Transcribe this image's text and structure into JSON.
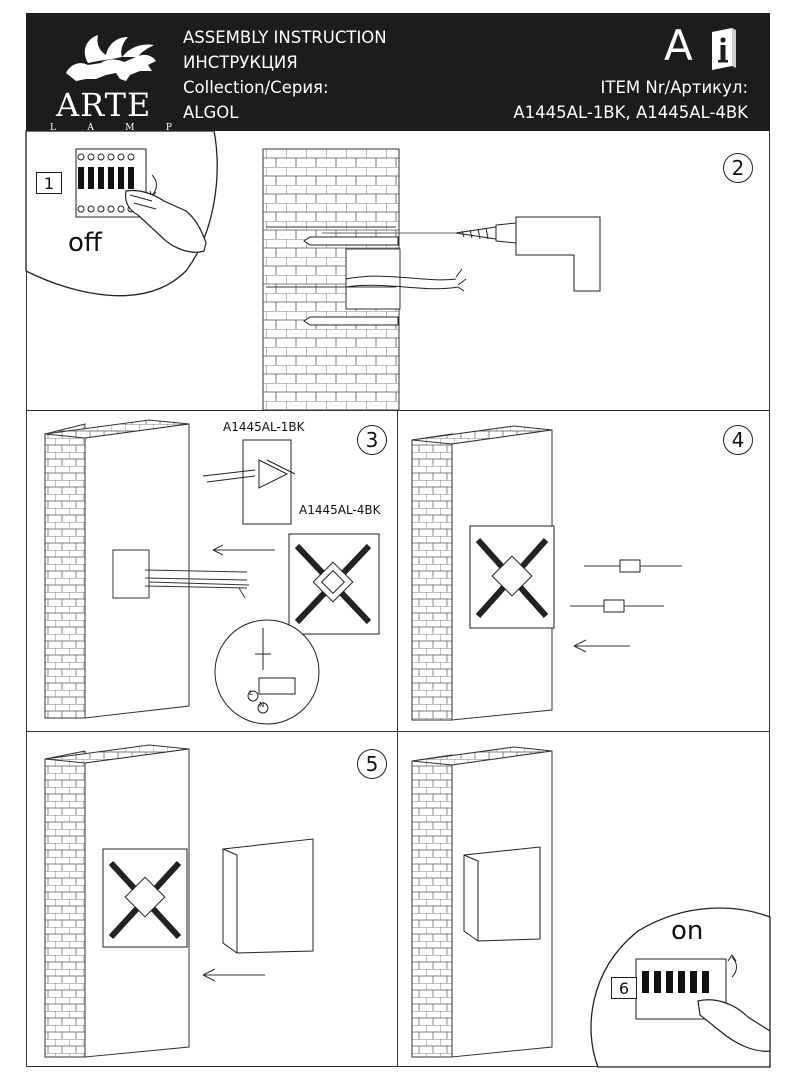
{
  "header": {
    "brand": "ARTE",
    "brand_sub": [
      "L",
      "A",
      "M",
      "P"
    ],
    "title_en": "ASSEMBLY INSTRUCTION",
    "title_ru": "ИНСТРУКЦИЯ",
    "collection_label": "Collection/Серия:",
    "collection_value": "ALGOL",
    "language_letter": "A",
    "item_label": "ITEM Nr/Артикул:",
    "item_value": "A1445AL-1BK, A1445AL-4BK",
    "info_icon": "info-book-icon"
  },
  "steps": {
    "step1": {
      "box_number": "1",
      "label": "off"
    },
    "step2": {
      "number": "2"
    },
    "step3": {
      "number": "3",
      "model_a": "A1445AL-1BK",
      "model_b": "A1445AL-4BK",
      "terminal_l": "L",
      "terminal_n": "N"
    },
    "step4": {
      "number": "4"
    },
    "step5": {
      "number": "5"
    },
    "step6": {
      "box_number": "6",
      "label": "on"
    }
  }
}
